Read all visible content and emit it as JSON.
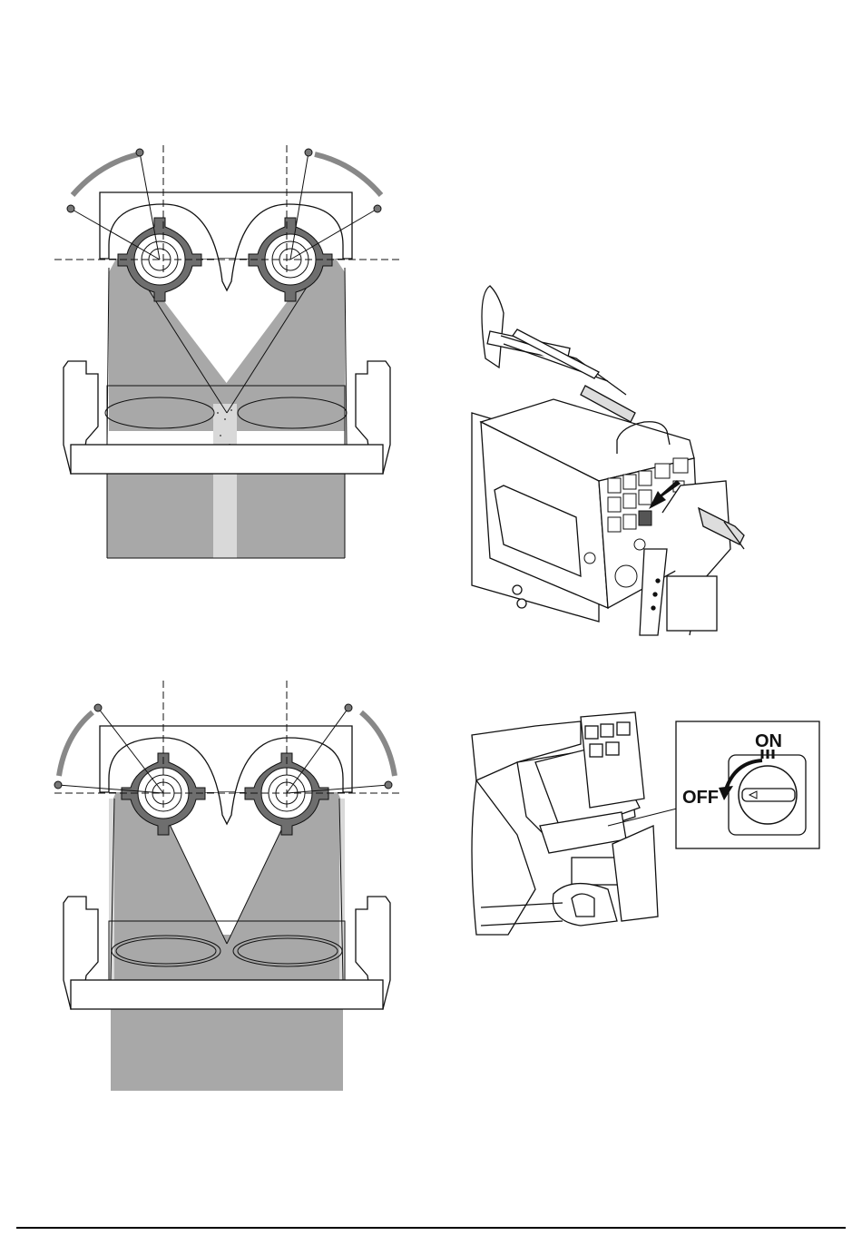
{
  "switch_detail": {
    "on_label": "ON",
    "off_label": "OFF"
  },
  "colors": {
    "line": "#111111",
    "spray_fill": "#a8a8a8",
    "ring_dark": "#6e6e6e",
    "panel_fill": "#ffffff"
  },
  "icons": {
    "rotate_arrow": "curved-arrow-counterclockwise",
    "press_arrow": "solid-arrow-down-left"
  }
}
